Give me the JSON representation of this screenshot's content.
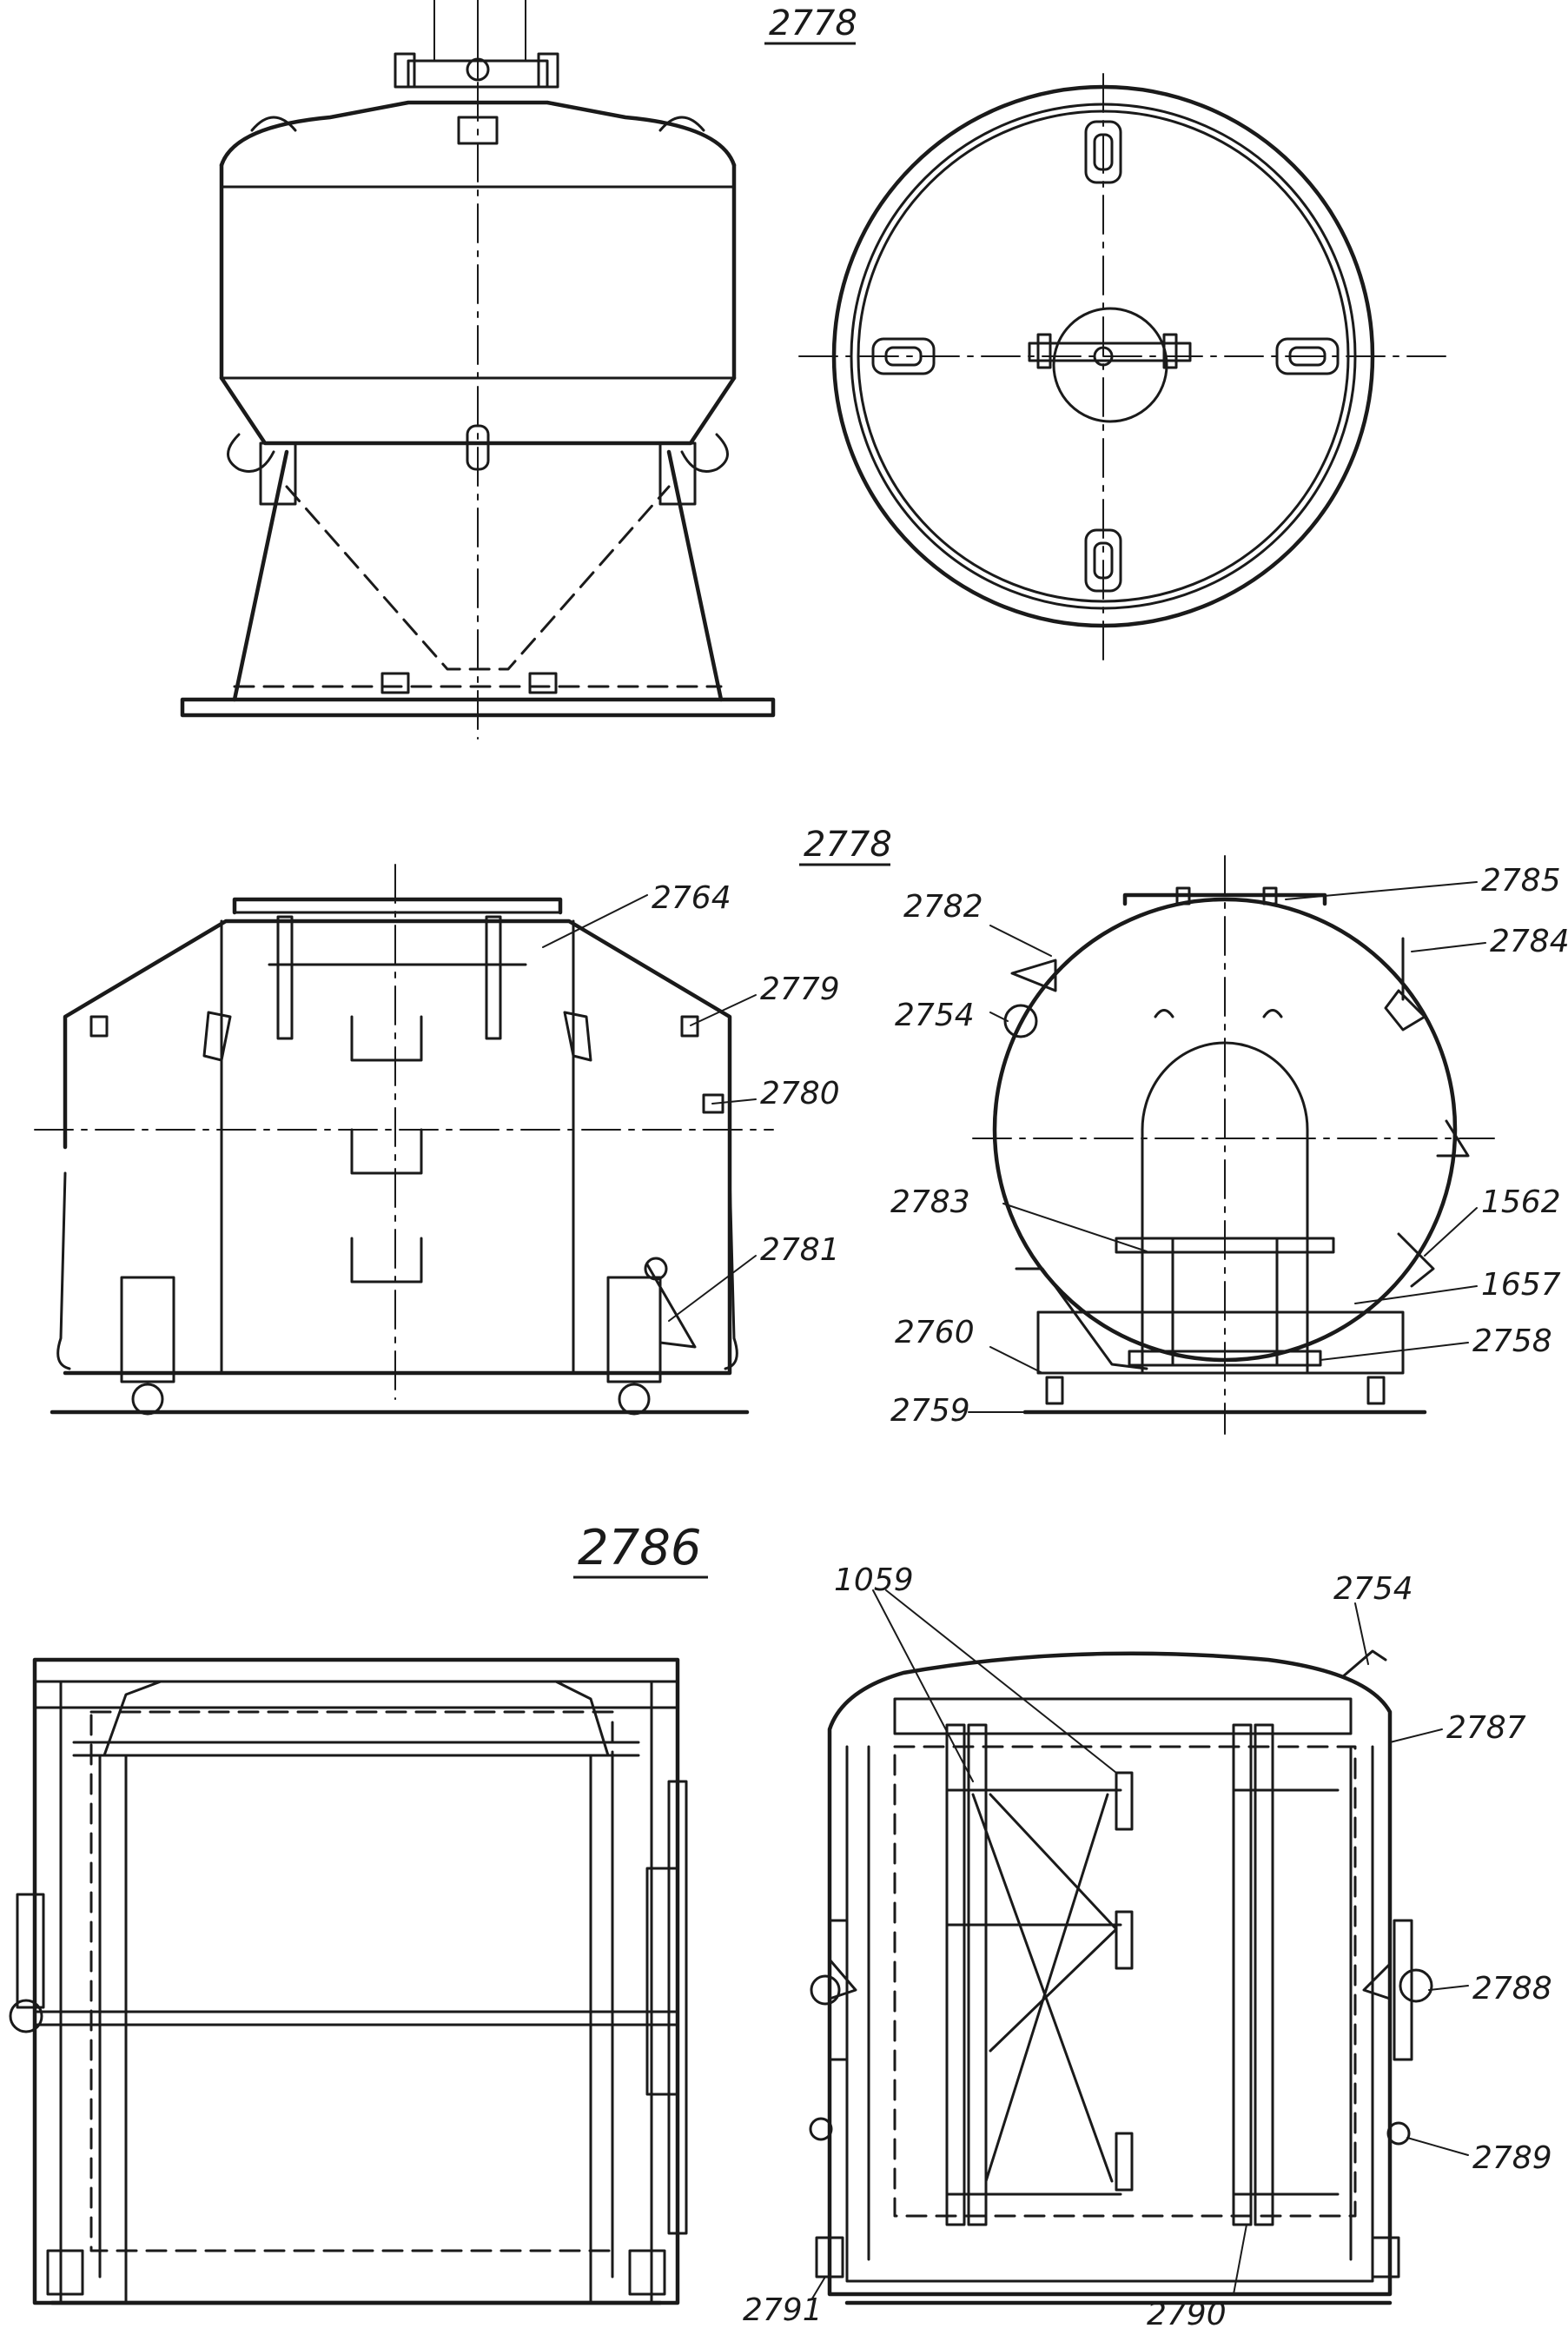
{
  "figures": {
    "tank": {
      "title": "2778"
    },
    "drum": {
      "title": "2778",
      "labels": {
        "l2764": "2764",
        "l2779": "2779",
        "l2780": "2780",
        "l2781": "2781",
        "l2782": "2782",
        "l2754": "2754",
        "l2785": "2785",
        "l2784": "2784",
        "l2783": "2783",
        "l1562": "1562",
        "l1657": "1657",
        "l2760": "2760",
        "l2758": "2758",
        "l2759": "2759"
      }
    },
    "container": {
      "title": "2786",
      "labels": {
        "l1059": "1059",
        "l2754": "2754",
        "l2787": "2787",
        "l2788": "2788",
        "l2789": "2789",
        "l2791": "2791",
        "l2790": "2790"
      }
    }
  }
}
